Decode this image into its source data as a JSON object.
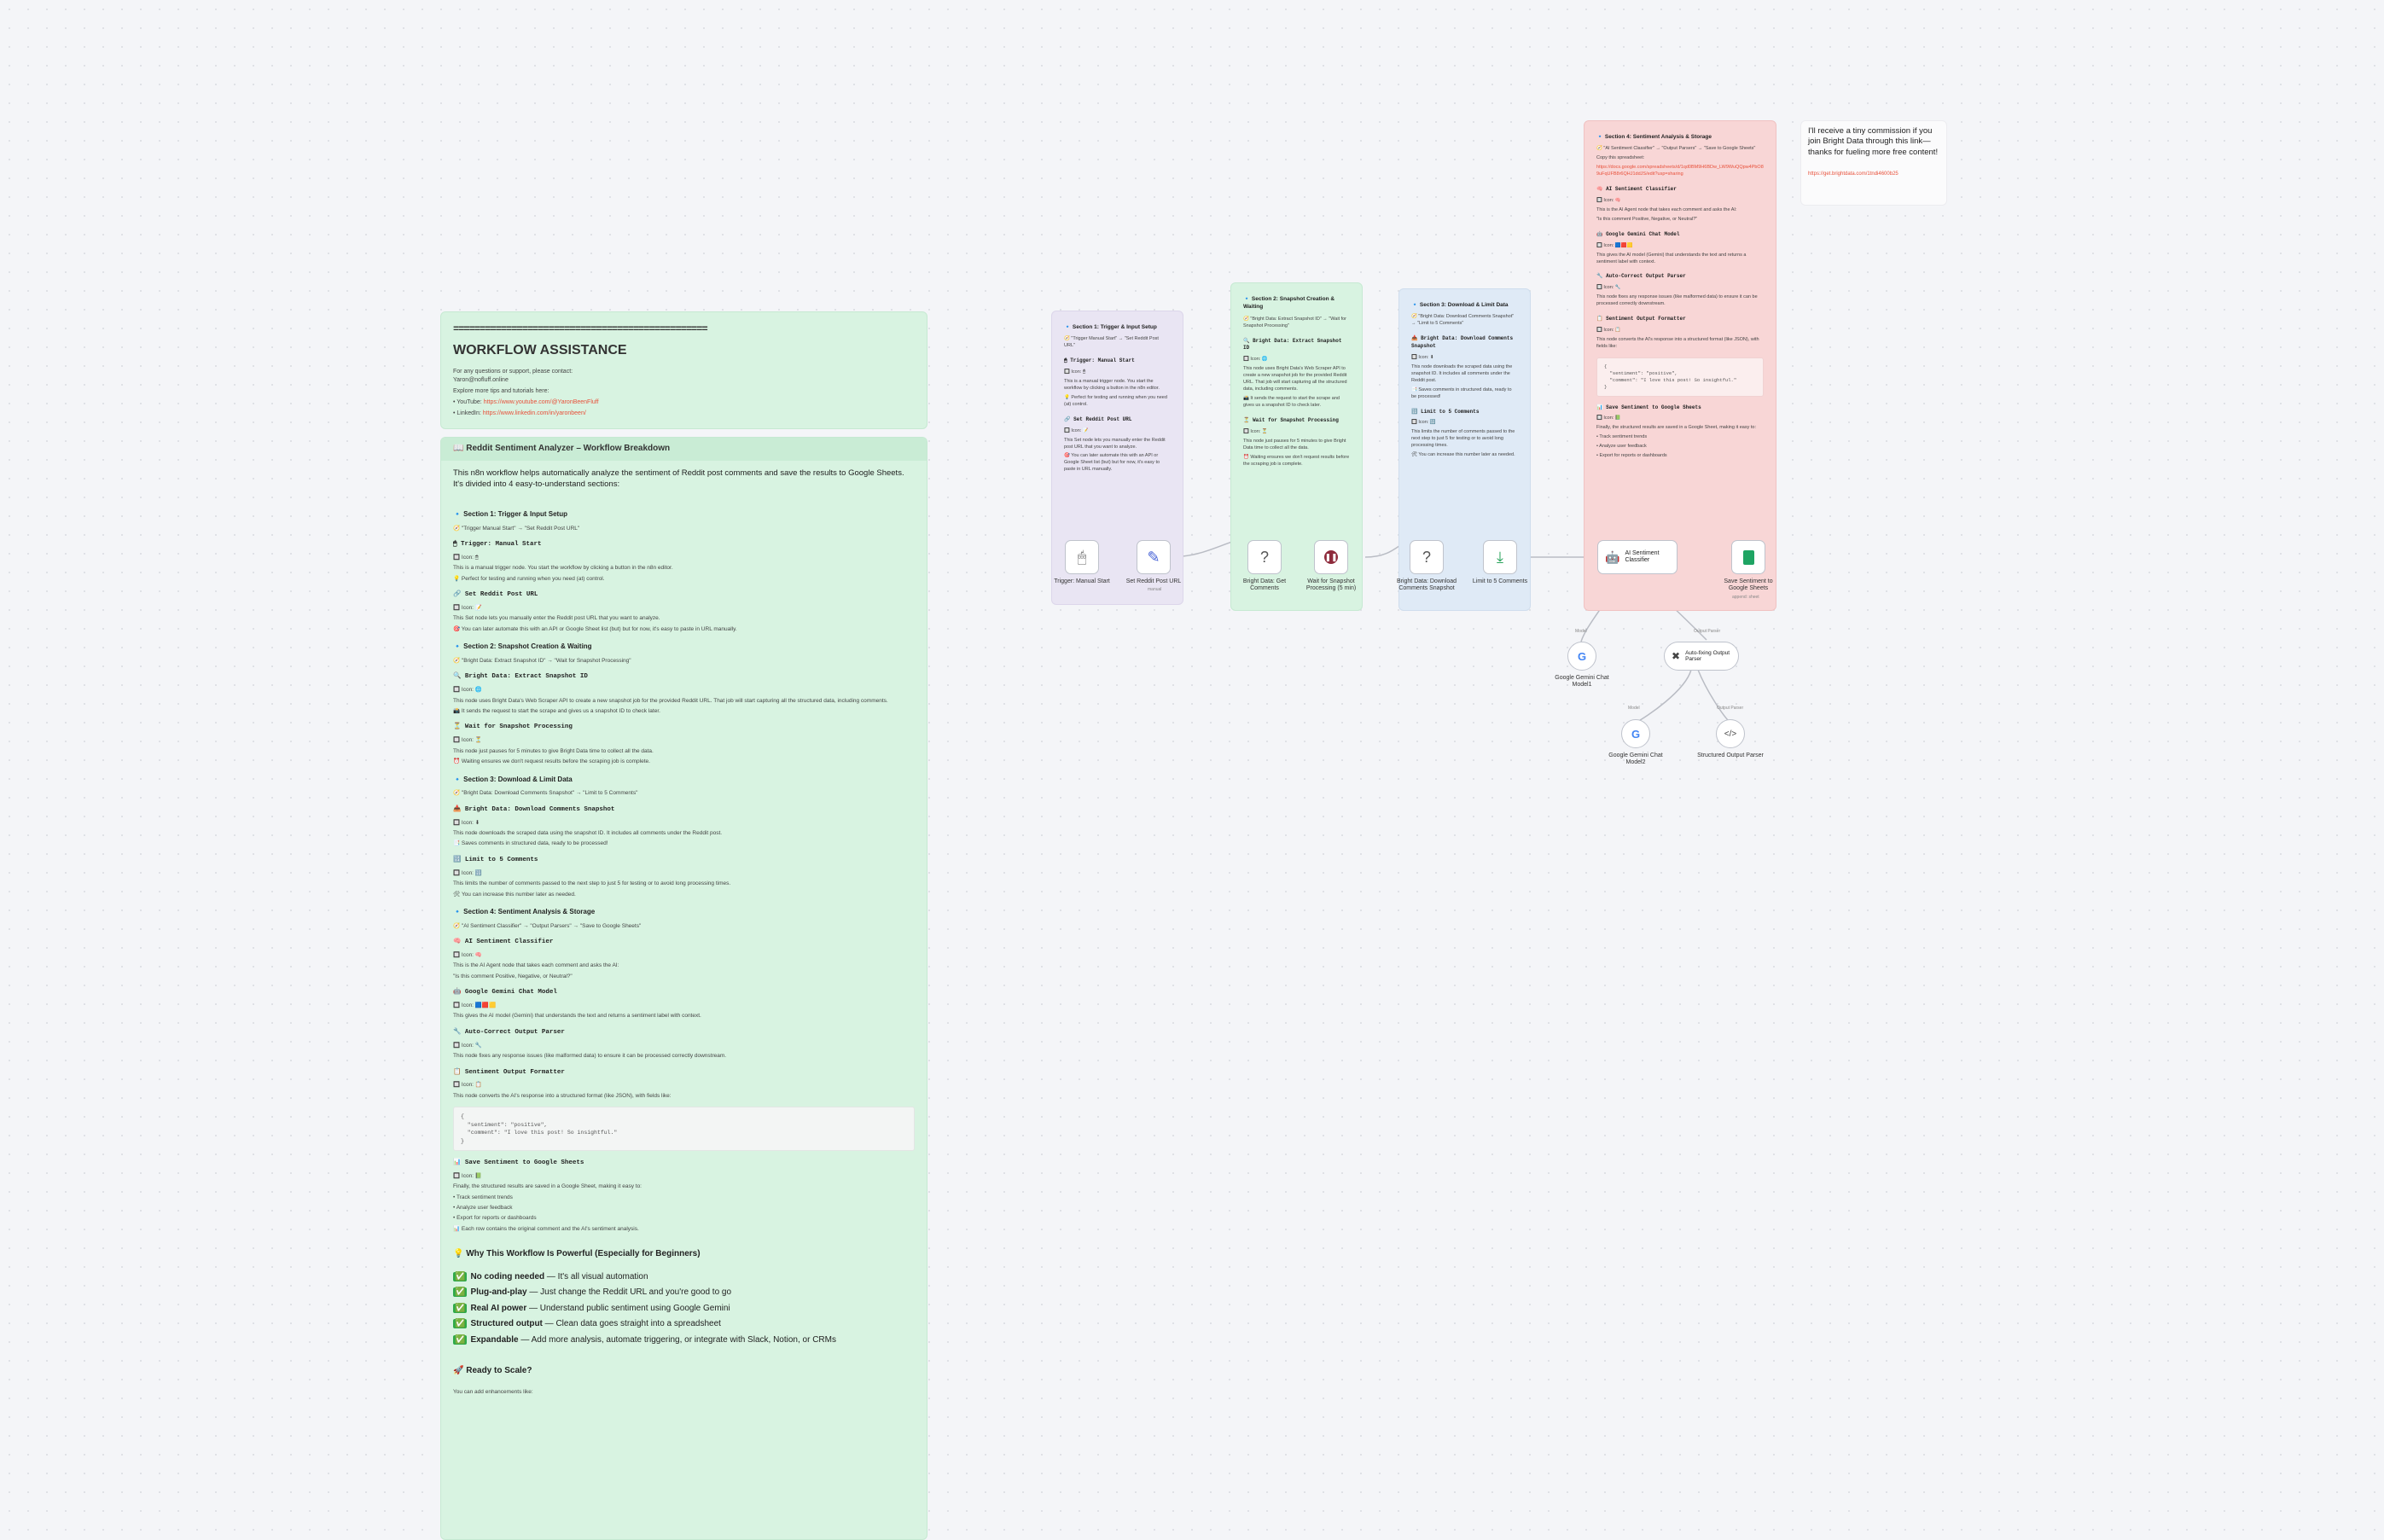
{
  "assist": {
    "separator": "================================================",
    "title": "WORKFLOW ASSISTANCE",
    "contact": "For any questions or support, please contact:",
    "email": "Yaron@nofluff.online",
    "explore": "Explore more tips and tutorials here:",
    "youtube_label": "YouTube:",
    "youtube_url": "https://www.youtube.com/@YaronBeenFluff",
    "linkedin_label": "LinkedIn:",
    "linkedin_url": "https://www.linkedin.com/in/yaronbeen/"
  },
  "main": {
    "title": "📖 Reddit Sentiment Analyzer – Workflow Breakdown",
    "intro": "This n8n workflow helps automatically analyze the sentiment of Reddit post comments and save the results to Google Sheets. It's divided into 4 easy-to-understand sections:",
    "s1": {
      "title": "🔹 Section 1: Trigger & Input Setup",
      "flow": "🧭 \"Trigger Manual Start\" → \"Set Reddit Post URL\"",
      "n1": "🖱 Trigger: Manual Start",
      "n1_label": "🔲 Icon: 🖱",
      "n1_desc": "This is a manual trigger node. You start the workflow by clicking a button in the n8n editor.",
      "n1_tip": "💡 Perfect for testing and running when you need (at) control.",
      "n2": "🔗 Set Reddit Post URL",
      "n2_label": "🔲 Icon: 📝",
      "n2_desc": "This Set node lets you manually enter the Reddit post URL that you want to analyze.",
      "n2_tip": "🎯 You can later automate this with an API or Google Sheet list (but) but for now, it's easy to paste in URL manually."
    },
    "s2": {
      "title": "🔹 Section 2: Snapshot Creation & Waiting",
      "flow": "🧭 \"Bright Data: Extract Snapshot ID\" → \"Wait for Snapshot Processing\"",
      "n1": "🔍 Bright Data: Extract Snapshot ID",
      "n1_label": "🔲 Icon: 🌐",
      "n1_desc": "This node uses Bright Data's Web Scraper API to create a new snapshot job for the provided Reddit URL. That job will start capturing all the structured data, including comments.",
      "n1_tip": "📸 It sends the request to start the scrape and gives us a snapshot ID to check later.",
      "n2": "⏳ Wait for Snapshot Processing",
      "n2_label": "🔲 Icon: ⏳",
      "n2_desc": "This node just pauses for 5 minutes to give Bright Data time to collect all the data.",
      "n2_tip": "⏰ Waiting ensures we don't request results before the scraping job is complete."
    },
    "s3": {
      "title": "🔹 Section 3: Download & Limit Data",
      "flow": "🧭 \"Bright Data: Download Comments Snapshot\" → \"Limit to 5 Comments\"",
      "n1": "📥 Bright Data: Download Comments Snapshot",
      "n1_label": "🔲 Icon: ⬇",
      "n1_desc": "This node downloads the scraped data using the snapshot ID. It includes all comments under the Reddit post.",
      "n1_tip": "📑 Saves comments in structured data, ready to be processed!",
      "n2": "🔢 Limit to 5 Comments",
      "n2_label": "🔲 Icon: 🔢",
      "n2_desc": "This limits the number of comments passed to the next step to just 5 for testing or to avoid long processing times.",
      "n2_tip": "🛠 You can increase this number later as needed."
    },
    "s4": {
      "title": "🔹 Section 4: Sentiment Analysis & Storage",
      "flow": "🧭 \"AI Sentiment Classifier\" → \"Output Parsers\" → \"Save to Google Sheets\"",
      "n1": "🧠 AI Sentiment Classifier",
      "n1_label": "🔲 Icon: 🧠",
      "n1_desc": "This is the AI Agent node that takes each comment and asks the AI:",
      "n1_quote": "\"Is this comment Positive, Negative, or Neutral?\"",
      "n2": "🤖 Google Gemini Chat Model",
      "n2_label": "🔲 Icon: 🟦🟥🟨",
      "n2_desc": "This gives the AI model (Gemini) that understands the text and returns a sentiment label with context.",
      "n3": "🔧 Auto-Correct Output Parser",
      "n3_label": "🔲 Icon: 🔧",
      "n3_desc": "This node fixes any response issues (like malformed data) to ensure it can be processed correctly downstream.",
      "n4": "📋 Sentiment Output Formatter",
      "n4_label": "🔲 Icon: 📋",
      "n4_desc": "This node converts the AI's response into a structured format (like JSON), with fields like:",
      "code": "{\n  \"sentiment\": \"positive\",\n  \"comment\": \"I love this post! So insightful.\"\n}",
      "n5": "📊 Save Sentiment to Google Sheets",
      "n5_label": "🔲 Icon: 📗",
      "n5_desc": "Finally, the structured results are saved in a Google Sheet, making it easy to:",
      "b1": "• Track sentiment trends",
      "b2": "• Analyze user feedback",
      "b3": "• Export for reports or dashboards",
      "tip": "📊 Each row contains the original comment and the AI's sentiment analysis."
    },
    "why": "💡 Why This Workflow Is Powerful (Especially for Beginners)",
    "f1b": "No coding needed",
    "f1": " — It's all visual automation",
    "f2b": "Plug-and-play",
    "f2": " — Just change the Reddit URL and you're good to go",
    "f3b": "Real AI power",
    "f3": " — Understand public sentiment using Google Gemini",
    "f4b": "Structured output",
    "f4": " — Clean data goes straight into a spreadsheet",
    "f5b": "Expandable",
    "f5": " — Add more analysis, automate triggering, or integrate with Slack, Notion, or CRMs",
    "ready": "🚀 Ready to Scale?",
    "ready_desc": "You can add enhancements like:",
    "check": "✅"
  },
  "commission": {
    "text": "I'll receive a tiny commission if you join Bright Data through this link—thanks for fueling more free content!",
    "url": "https://get.brightdata.com/1tndi4600b25"
  },
  "red_note": {
    "sheet_copy": "Copy this spreadsheet:",
    "sheet_url": "https://docs.google.com/spreadsheets/d/1qd0BM9H6BDw_LW9WuQQpw4PbO89uFqUFB8r6QHJ1ddJS/edit?usp=sharing"
  },
  "nodes": {
    "trigger": "Trigger: Manual Start",
    "set_url": "Set Reddit Post URL",
    "set_url_sub": "manual",
    "extract": "Bright Data: Get Comments",
    "wait": "Wait for Snapshot Processing (5 min)",
    "download": "Bright Data: Download Comments Snapshot",
    "limit": "Limit to 5 Comments",
    "classifier": "AI Sentiment Classifier",
    "save": "Save Sentiment to Google Sheets",
    "save_sub": "append: sheet",
    "gemini1": "Google Gemini Chat Model1",
    "autofix": "Auto-fixing Output Parser",
    "gemini2": "Google Gemini Chat Model2",
    "structured": "Structured Output Parser",
    "port_model": "Model",
    "port_output": "Output Parser",
    "port_model2": "Model",
    "port_output2": "Output Parser"
  }
}
